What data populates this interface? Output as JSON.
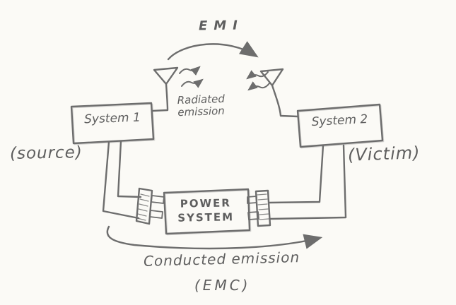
{
  "colors": {
    "ink": "#6d6d6d",
    "text": "#5e5e5e",
    "background": "#fbfaf6"
  },
  "diagram": {
    "emi_label": "EMI",
    "system1": {
      "label": "System 1",
      "role_label": "(source)"
    },
    "system2": {
      "label": "System 2",
      "role_label": "(Victim)"
    },
    "power_system": {
      "line1": "POWER",
      "line2": "SYSTEM"
    },
    "radiated_emission": {
      "line1": "Radiated",
      "line2": "emission"
    },
    "conducted_emission": {
      "label": "Conducted emission",
      "sub_label": "(EMC)"
    }
  }
}
